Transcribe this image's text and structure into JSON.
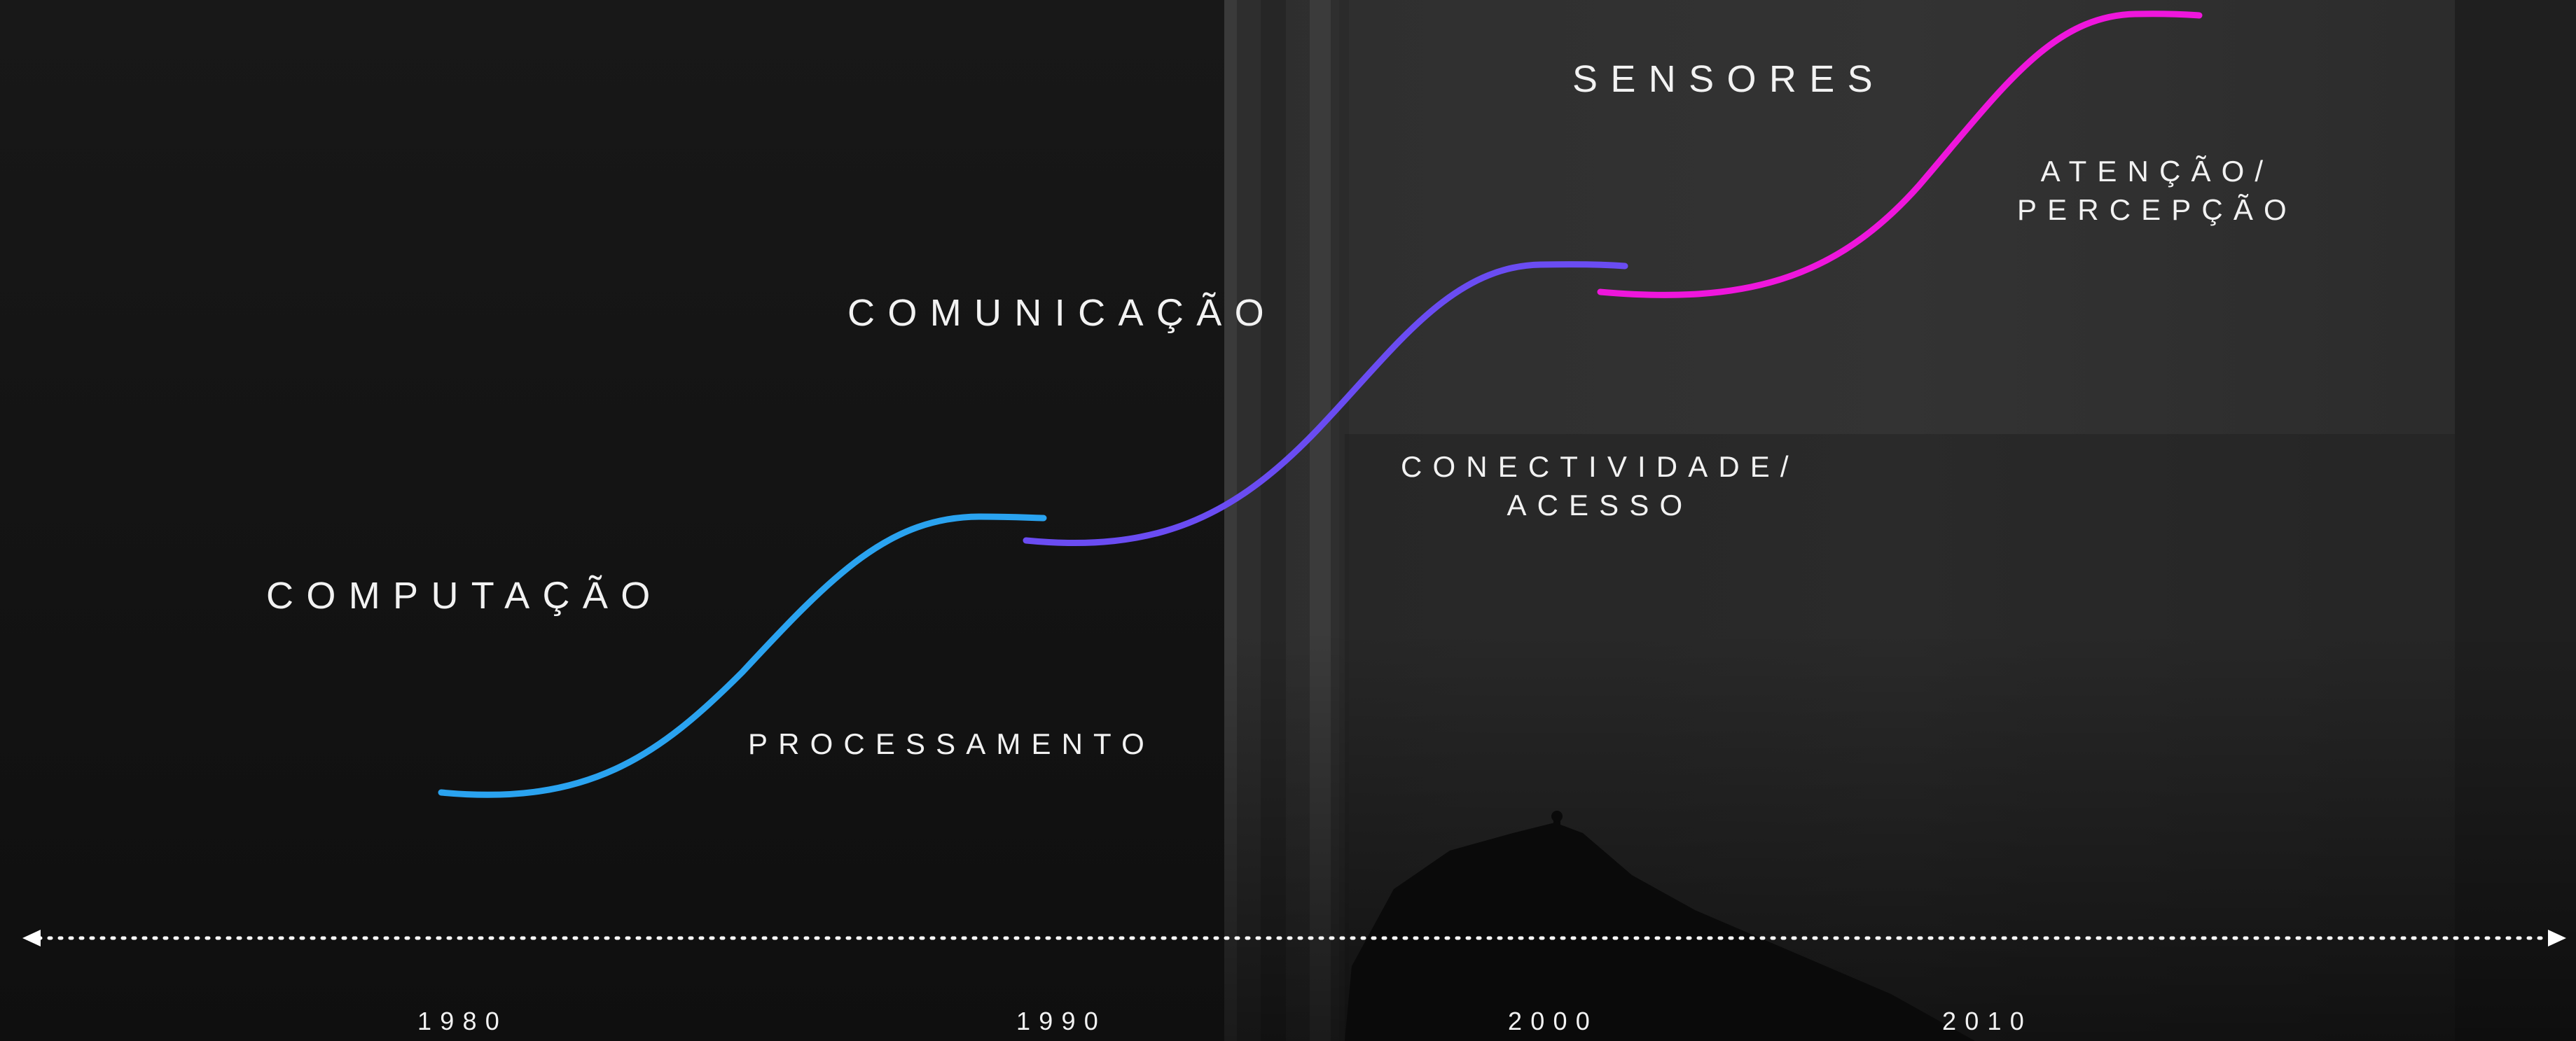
{
  "eras": [
    {
      "title": "COMPUTAÇÃO",
      "subtitle": "PROCESSAMENTO"
    },
    {
      "title": "COMUNICAÇÃO",
      "subtitle_lines": [
        "CONECTIVIDADE/",
        "ACESSO"
      ]
    },
    {
      "title": "SENSORES",
      "subtitle_lines": [
        "ATENÇÃO/",
        "PERCEPÇÃO"
      ]
    }
  ],
  "timeline": {
    "years": [
      "1980",
      "1990",
      "2000",
      "2010"
    ]
  },
  "colors": {
    "computacao": "#2aa3f0",
    "comunicacao": "#6a4cf2",
    "sensores": "#ee16dc"
  }
}
